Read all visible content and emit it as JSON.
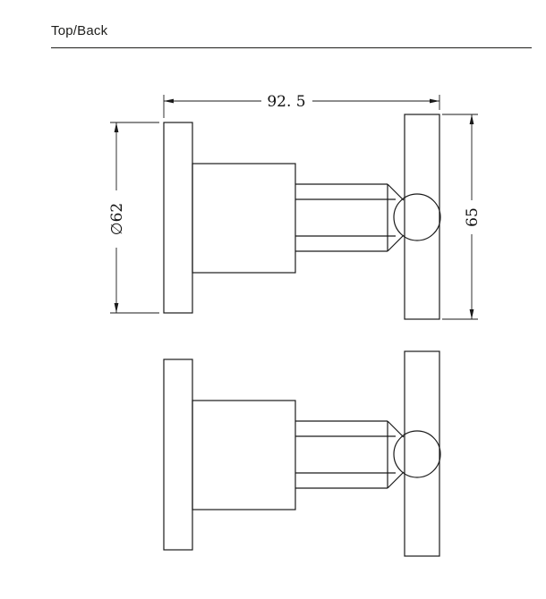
{
  "header": {
    "title": "Top/Back"
  },
  "dimensions": {
    "width": "92. 5",
    "diameter": "∅62",
    "height": "65"
  },
  "colors": {
    "line": "#1a1a1a",
    "text": "#111111"
  }
}
